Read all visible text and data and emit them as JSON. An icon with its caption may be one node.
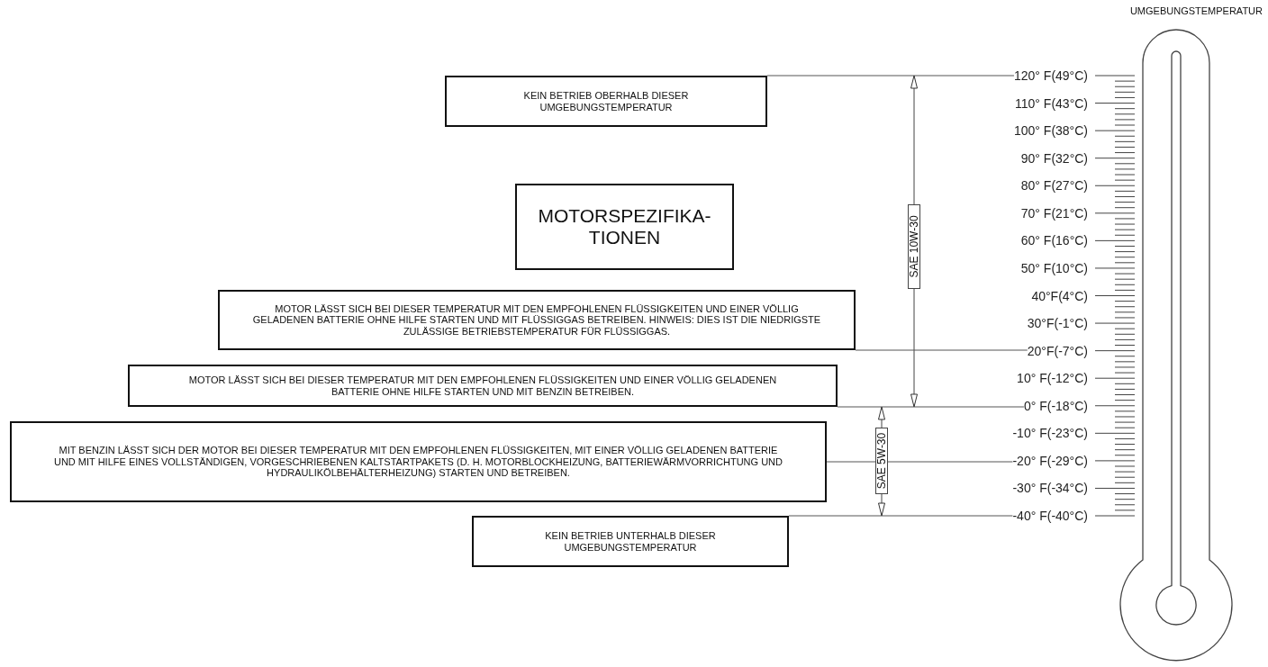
{
  "diagram": {
    "nodes": [
      {
        "text": [
          "KEIN BETRIEB OBERHALB DIESER UMGEBUNGSTEMPERATUR"
        ]
      },
      {
        "text": [
          "MOTORSPEZIFIKA- TIONEN"
        ]
      },
      {
        "text": [
          "MOTOR LÄSST SICH BEI DIESER TEMPERATUR MIT DEN EMPFOHLENEN FLÜSSIGKEITEN UND EINER VÖLLIG GELADENEN BATTERIE OHNE HILFE STARTEN UND MIT FLÜSSIGGAS BETREIBEN. HINWEIS: DIES IST DIE NIEDRIGSTE ZULÄSSIGE BETRIEBSTEMPERATUR FÜR FLÜSSIGGAS."
        ]
      },
      {
        "text": [
          "MOTOR LÄSST SICH BEI DIESER TEMPERATUR MIT DEN EMPFOHLENEN FLÜSSIGKEITEN UND EINER VÖLLIG GELADENEN BATTERIE OHNE HILFE STARTEN UND MIT BENZIN BETREIBEN."
        ]
      },
      {
        "text": [
          "MIT BENZIN LÄSST SICH DER MOTOR BEI DIESER TEMPERATUR MIT DEN EMPFOHLENEN FLÜSSIGKEITEN, MIT EINER VÖLLIG GELADENEN BATTERIE UND MIT HILFE EINES VOLLSTÄNDIGEN, VORGESCHRIEBENEN KALTSTARTPAKETS (D. H. MOTORBLOCKHEIZUNG, BATTERIEWÄRMVORRICHTUNG UND HYDRAULIKÖLBEHÄLTERHEIZUNG) STARTEN UND BETREIBEN."
        ]
      },
      {
        "text": [
          "KEIN BETRIEB UNTERHALB DIESER UMGEBUNGSTEMPERATUR"
        ]
      },
      {
        "text": [
          "120° F(49°C)"
        ]
      },
      {
        "text": [
          "20°F(-7°C)"
        ]
      },
      {
        "text": [
          "0° F(-18°C)"
        ]
      },
      {
        "text": [
          "-20° F(-29°C)"
        ]
      },
      {
        "text": [
          "-40° F(-40°C)"
        ]
      }
    ],
    "edges": [
      {
        "from": 0,
        "to": 6,
        "arrow": "none"
      },
      {
        "from": 2,
        "to": 7,
        "arrow": "none"
      },
      {
        "from": 3,
        "to": 8,
        "arrow": "none"
      },
      {
        "from": 4,
        "to": 9,
        "arrow": "none"
      },
      {
        "from": 5,
        "to": 10,
        "arrow": "none"
      }
    ],
    "labels": [
      "UMGEBUNGSTEMPERATUR",
      "SAE 10W-30",
      "SAE 5W-30",
      "110° F(43°C)",
      "100° F(38°C)",
      "90° F(32°C)",
      "80° F(27°C)",
      "70° F(21°C)",
      "60° F(16°C)",
      "50° F(10°C)",
      "40°F(4°C)",
      "30°F(-1°C)",
      "10° F(-12°C)",
      "-10° F(-23°C)",
      "-30° F(-34°C)"
    ]
  }
}
